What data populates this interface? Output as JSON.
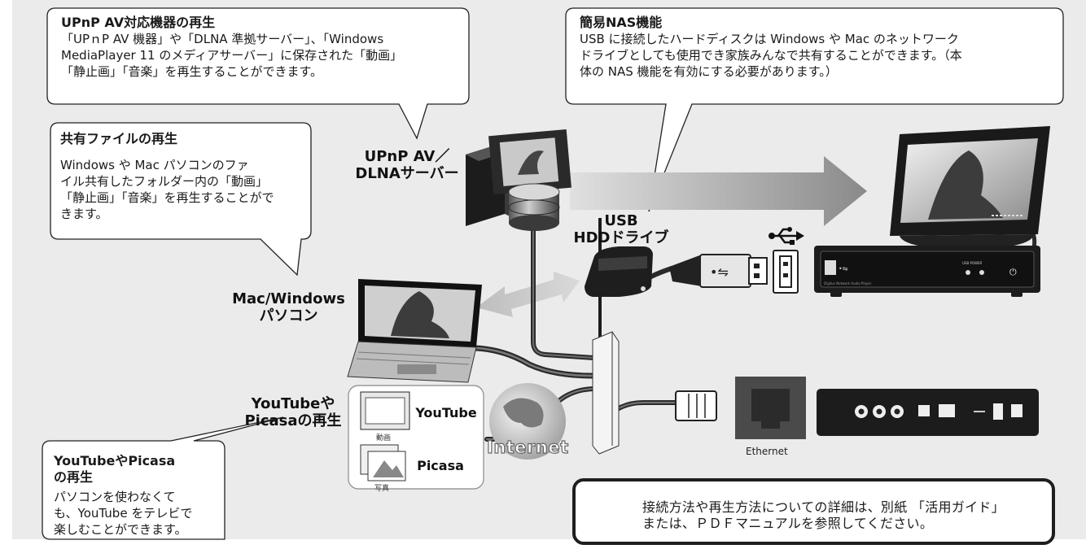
{
  "callouts": {
    "upnp": {
      "title": "UPnP AV対応機器の再生",
      "lines": [
        "「UPｎP AV 機器」や「DLNA 準拠サーバー」、「Windows",
        "MediaPlayer 11 のメディアサーバー」に保存された「動画」",
        "「静止画」「音楽」を再生することができます。"
      ]
    },
    "nas": {
      "title": "簡易NAS機能",
      "lines": [
        "USB に接続したハードディスクは Windows や Mac のネットワーク",
        "ドライブとしても使用でき家族みんなで共有することができます。（本",
        "体の NAS 機能を有効にする必要があります。）"
      ]
    },
    "shared": {
      "title": "共有ファイルの再生",
      "lines": [
        "Windows や Mac パソコンのファ",
        "イル共有したフォルダー内の「動画」",
        "「静止画」「音楽」を再生することがで",
        "きます。"
      ]
    },
    "youtube": {
      "title_lines": [
        "YouTubeやPicasa",
        "の再生"
      ],
      "lines": [
        "パソコンを使わなくて",
        "も、YouTube をテレビで",
        "楽しむことができます。"
      ]
    }
  },
  "labels": {
    "upnp_server": [
      "UPnP AV／",
      "DLNAサーバー"
    ],
    "usb_hdd": [
      "USB",
      "HDDドライブ"
    ],
    "pc": [
      "Mac/Windows",
      "パソコン"
    ],
    "youtube_picasa": [
      "YouTubeや",
      "Picasaの再生"
    ]
  },
  "services_box": {
    "youtube_label": "YouTube",
    "picasa_label": "Picasa",
    "video_caption": "動画",
    "photo_caption": "写真"
  },
  "globe_label": "Internet",
  "ethernet_label": "Ethernet",
  "note": {
    "lines": [
      "接続方法や再生方法についての詳細は、別紙 「活用ガイド」",
      "または、ＰＤＦマニュアルを参照してください。"
    ]
  },
  "colors": {
    "background": "#ebebeb",
    "device_dark": "#1c1c1c",
    "arrow_gray": "#8a8a8a"
  }
}
